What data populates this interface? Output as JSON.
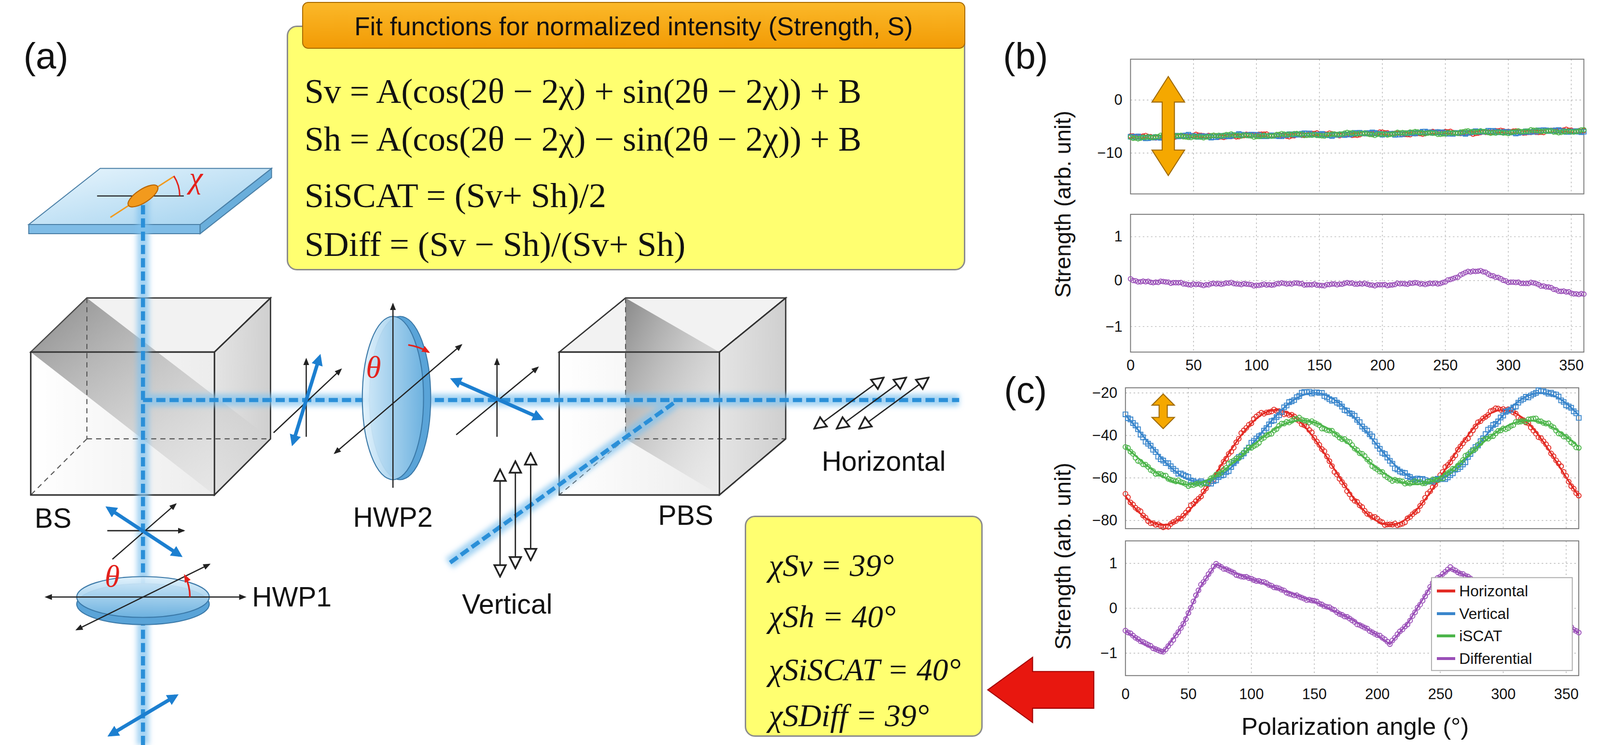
{
  "diagram": {
    "nodes": [
      {
        "text": [
          "Fit functions for normalized intensity (Strength, S)"
        ]
      },
      {
        "text": [
          "Sv = A(cos(2θ − 2χ) + sin(2θ − 2χ)) + B",
          "Sh = A(cos(2θ − 2χ) − sin(2θ − 2χ)) + B",
          "SiSCAT = (Sv+ Sh)/2",
          "SDiff = (Sv − Sh)/(Sv+ Sh)"
        ]
      },
      {
        "text": [
          "χSv = 39°",
          "χSh = 40°",
          "χSiSCAT = 40°",
          "χSDiff = 39°"
        ]
      }
    ],
    "labels": [
      "(a)",
      "χ",
      "BS",
      "HWP2",
      "θ",
      "PBS",
      "Horizontal",
      "Vertical",
      "θ",
      "HWP1",
      "(b)",
      "Strength (arb. unit)",
      "0",
      "−10",
      "1",
      "0",
      "−1",
      "0",
      "50",
      "100",
      "150",
      "200",
      "250",
      "300",
      "350",
      "(c)",
      "Strength (arb. unit)",
      "−20",
      "−40",
      "−60",
      "−80",
      "1",
      "0",
      "−1",
      "0",
      "50",
      "100",
      "150",
      "200",
      "250",
      "300",
      "350",
      "Polarization angle (°)"
    ],
    "legend": [
      {
        "text": "Horizontal",
        "color": "#e32b24"
      },
      {
        "text": "Vertical",
        "color": "#3a86cc"
      },
      {
        "text": "iSCAT",
        "color": "#4cb54a"
      },
      {
        "text": "Differential",
        "color": "#9a4fb8"
      }
    ]
  }
}
